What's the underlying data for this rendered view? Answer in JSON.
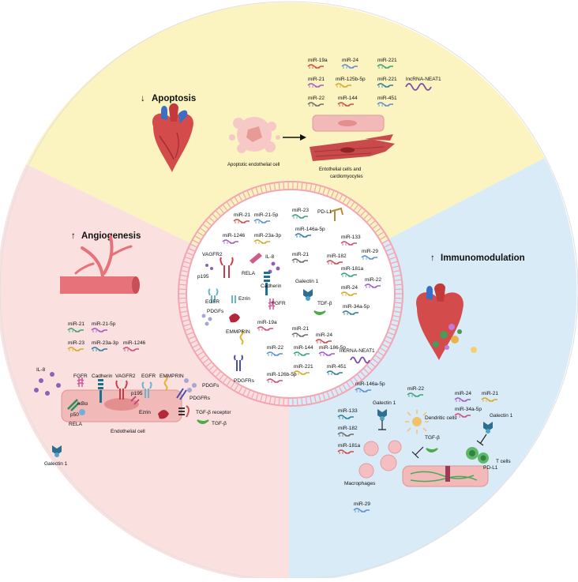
{
  "sections": {
    "apoptosis": {
      "title": "Apoptosis",
      "arrow": "↓",
      "cell_labels": [
        "Apoptotic endothelial cell",
        "Entothelial cells and",
        "cardiomyocytes"
      ],
      "mirnas": [
        "miR-19a",
        "miR-24",
        "miR-221",
        "miR-21",
        "miR-125b-5p",
        "miR-221",
        "lncRNA-NEAT1",
        "miR-22",
        "miR-144",
        "miR-451"
      ]
    },
    "angiogenesis": {
      "title": "Angiogenesis",
      "arrow": "↑",
      "mirnas": [
        "miR-21",
        "miR-21-5p",
        "miR-23",
        "miR-23a-3p",
        "miR-1246"
      ],
      "cell_label": "Endothelial cell",
      "molecules": [
        "IL-8",
        "FGFR",
        "Cadherin",
        "VAGFR2",
        "EGFR",
        "EMMPRIN",
        "PDGFs",
        "IκBα",
        "p50",
        "RELA",
        "p195",
        "Ezrin",
        "PDGFRs",
        "TGF-β receptor",
        "TGF-β",
        "Galectin 1"
      ]
    },
    "immunomodulation": {
      "title": "Immunomodulation",
      "arrow": "↑",
      "mirnas": [
        "miR-146a-5p",
        "miR-22",
        "miR-24",
        "miR-21",
        "miR-133",
        "miR-34a-5p",
        "miR-182",
        "miR-181a",
        "miR-29"
      ],
      "molecules": [
        "Galectin 1",
        "Dendritic cells",
        "TGF-β",
        "Galectin 1",
        "T cells",
        "Macrophages",
        "PD-L1"
      ]
    }
  },
  "center": {
    "mirnas": [
      "miR-21",
      "miR-21-5p",
      "miR-23",
      "miR-1246",
      "miR-23a-3p",
      "miR-146a-5p",
      "miR-133",
      "miR-21",
      "miR-182",
      "miR-29",
      "miR-181a",
      "miR-22",
      "miR-24",
      "miR-34a-5p",
      "miR-19a",
      "miR-21",
      "miR-24",
      "miR-22",
      "miR-144",
      "miR-186-5p",
      "miR-221",
      "miR-451",
      "miR-126b-5p"
    ],
    "molecules": [
      "PD-L1",
      "VAGFR2",
      "RELA",
      "IL-8",
      "p195",
      "Cadherin",
      "EGFR",
      "Ezrin",
      "FGFR",
      "Galectin 1",
      "TDF-β",
      "PDGFs",
      "EMMPRIN",
      "lncRNA-NEAT1",
      "PDGFRs"
    ]
  },
  "colors": {
    "apoptosis_bg": "#fbf3c0",
    "angiogenesis_bg": "#fbe0e0",
    "immuno_bg": "#d9ebf7",
    "vesicle_border": "#f2a5b3",
    "vessel": "#e8727a",
    "cell": "#f2b9b9",
    "galectin": "#2e6e8f",
    "tgf": "#4cab4a"
  }
}
